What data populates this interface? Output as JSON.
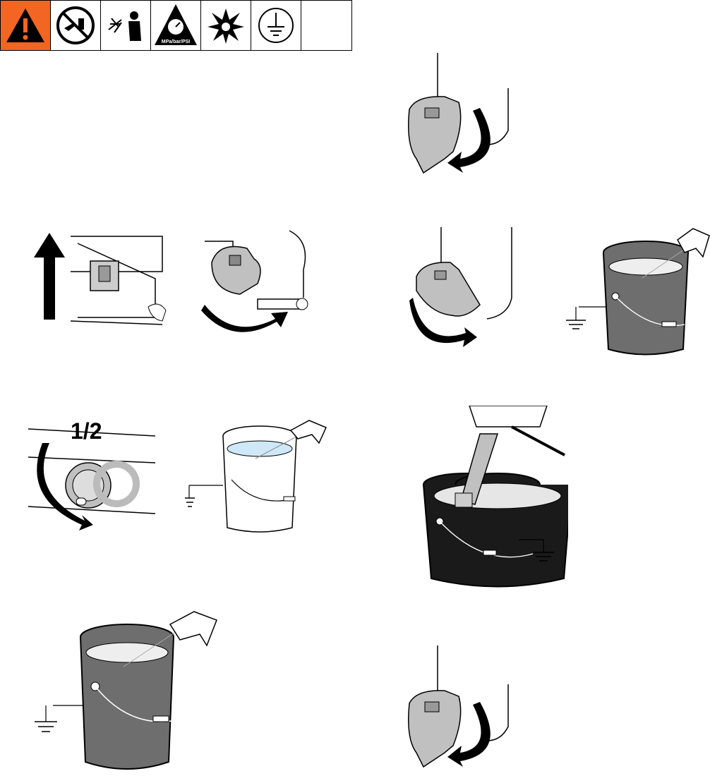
{
  "warning_symbols": [
    {
      "icon": "warning-triangle-icon",
      "label": ""
    },
    {
      "icon": "no-hand-spray-icon",
      "label": ""
    },
    {
      "icon": "skin-injection-icon",
      "label": ""
    },
    {
      "icon": "pressure-gauge-icon",
      "label": "MPa/bar/PSI"
    },
    {
      "icon": "explosion-icon",
      "label": ""
    },
    {
      "icon": "ground-icon",
      "label": ""
    },
    {
      "icon": "blank",
      "label": ""
    }
  ],
  "figures": {
    "pressure_knob": {
      "label": "1/2"
    }
  },
  "colors": {
    "warning_orange": "#f26522",
    "gray_part": "#c0c0c0",
    "gray_pail": "#6e6e6e",
    "black_pail": "#1a1a1a"
  }
}
